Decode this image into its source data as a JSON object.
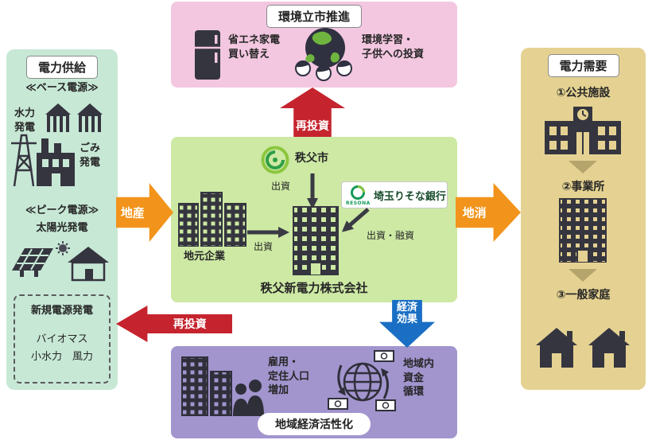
{
  "colors": {
    "left_bg": "#c8e8d6",
    "top_bg": "#f3c7e0",
    "center_bg": "#cde9a4",
    "right_bg": "#e5d292",
    "bottom_bg": "#a295ce",
    "orange_arrow": "#f2941b",
    "red_arrow": "#c5242e",
    "blue_arrow": "#1a6fc4",
    "icon_dark": "#35353f",
    "logo_green": "#8cc63e",
    "bank_green": "#149a5a"
  },
  "left_panel": {
    "title": "電力供給",
    "base_heading": "≪ベース電源≫",
    "hydro_label": "水力\n発電",
    "waste_label": "ごみ\n発電",
    "peak_heading": "≪ピーク電源≫",
    "solar_label": "太陽光発電",
    "new_source_title": "新規電源発電",
    "new_source_line1": "バイオマス",
    "new_source_line2": "小水力　風力"
  },
  "top_panel": {
    "title": "環境立市推進",
    "appliance_label": "省エネ家電\n買い替え",
    "education_label": "環境学習・\n子供への投資"
  },
  "center_panel": {
    "city_label": "秩父市",
    "city_invest_label": "出資",
    "bank_name": "埼玉りそな銀行",
    "bank_brand": "RESONA",
    "bank_invest_label": "出資・融資",
    "companies_label": "地元企業",
    "companies_invest_label": "出資",
    "company_name": "秩父新電力株式会社"
  },
  "right_panel": {
    "title": "電力需要",
    "item1": "①公共施設",
    "item2": "②事業所",
    "item3": "③一般家庭"
  },
  "bottom_panel": {
    "employment_label": "雇用・\n定住人口\n増加",
    "funds_label": "地域内\n資金\n循環",
    "title": "地域経済活性化"
  },
  "arrows": {
    "supply": "地産",
    "demand": "地消",
    "reinvest_top": "再投資",
    "reinvest_left": "再投資",
    "economic": "経済\n効果"
  },
  "icon_names": [
    "striped-houses-icon",
    "transmission-tower-factory-icon",
    "solar-panel-icon",
    "sun-icon",
    "solar-house-icon",
    "refrigerator-icon",
    "globe-children-icon",
    "city-logo-icon",
    "resona-logo-icon",
    "local-companies-icon",
    "hq-building-icon",
    "school-building-icon",
    "office-building-icon",
    "homes-icon",
    "down-chevron-icon",
    "buildings-people-icon",
    "globe-money-icon",
    "invest-arrow-icon"
  ]
}
